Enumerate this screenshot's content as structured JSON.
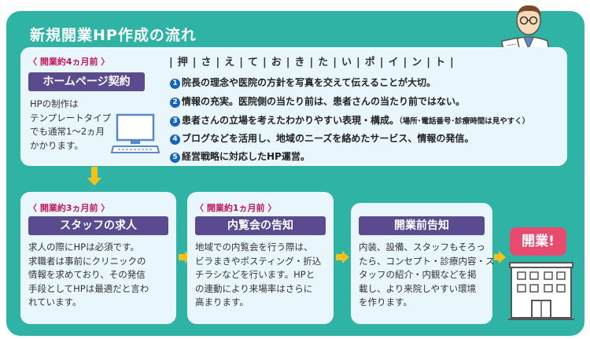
{
  "title": "新規開業HP作成の流れ",
  "step1": {
    "lead": "〈 開業約4ヵ月前 〉",
    "label": "ホームページ契約",
    "body": [
      "HPの制作は",
      "テンプレートタイプ",
      "でも通常1〜2ヵ月",
      "かかります。"
    ]
  },
  "points": {
    "heading": "|押|さ|え|て|お|き|た|い|ポ|イ|ン|ト|",
    "items": [
      {
        "n": "1",
        "text": "院長の理念や医院の方針を写真を交えて伝えることが大切。",
        "note": ""
      },
      {
        "n": "2",
        "text": "情報の充実。医院側の当たり前は、患者さんの当たり前ではない。",
        "note": ""
      },
      {
        "n": "3",
        "text": "患者さんの立場を考えたわかりやすい表現・構成。",
        "note": "（場所･電話番号･診療時間は見やすく）"
      },
      {
        "n": "4",
        "text": "ブログなどを活用し、地域のニーズを絡めたサービス、情報の発信。",
        "note": ""
      },
      {
        "n": "5",
        "text": "経営戦略に対応したHP運営。",
        "note": ""
      }
    ]
  },
  "step2": {
    "lead": "〈 開業約3ヵ月前 〉",
    "label": "スタッフの求人",
    "body": [
      "求人の際にHPは必須です。",
      "求職者は事前にクリニックの",
      "情報を求めており、その発信",
      "手段としてHPは最適だと言わ",
      "れています。"
    ]
  },
  "step3": {
    "lead": "〈 開業約1ヵ月前 〉",
    "label": "内覧会の告知",
    "body": [
      "地域での内覧会を行う際は、",
      "ビラまきやポスティング・折込",
      "チラシなどを行います。HPと",
      "の連動により来場率はさらに",
      "高まります。"
    ]
  },
  "step4": {
    "label": "開業前告知",
    "body": [
      "内装、設備、スタッフもそろっ",
      "たら、コンセプト・診療内容・ス",
      "タッフの紹介・内観などを掲",
      "載し、より来院しやすい環境",
      "を作ります。"
    ]
  },
  "final_badge": "開業!",
  "colors": {
    "panel": "#2fb3a4",
    "tag": "#5a4a8e",
    "lead": "#c2185b",
    "arrow": "#f3c21a",
    "badge": "#e84b70",
    "box": "#e9f6fb"
  },
  "icons": [
    "computer-icon",
    "doctor-illustration",
    "clinic-building-icon"
  ]
}
